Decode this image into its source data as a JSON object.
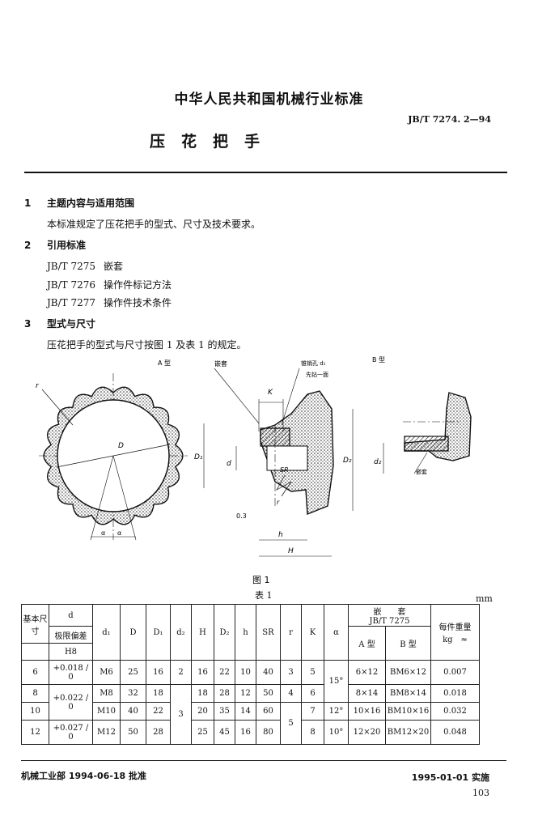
{
  "header": {
    "org_title": "中华人民共和国机械行业标准",
    "doc_title": "压花把手",
    "std_number": "JB/T 7274. 2—94"
  },
  "sections": {
    "s1": {
      "num": "1",
      "heading": "主题内容与适用范围",
      "body": "本标准规定了压花把手的型式、尺寸及技术要求。"
    },
    "s2": {
      "num": "2",
      "heading": "引用标准",
      "refs": [
        {
          "code": "JB/T 7275",
          "name": "嵌套"
        },
        {
          "code": "JB/T 7276",
          "name": "操作件标记方法"
        },
        {
          "code": "JB/T 7277",
          "name": "操作件技术条件"
        }
      ]
    },
    "s3": {
      "num": "3",
      "heading": "型式与尺寸",
      "body": "压花把手的型式与尺寸按图 1 及表 1 的规定。"
    }
  },
  "figure": {
    "type_a": "A 型",
    "type_b": "B 型",
    "insert": "嵌套",
    "pin_hole": "锥销孔 d₁",
    "drill_note": "先钻一面",
    "caption": "图 1",
    "dims": {
      "r": "r",
      "D": "D",
      "alpha": "α",
      "K": "K",
      "D1": "D₁",
      "d": "d",
      "SR": "SR",
      "h": "h",
      "H": "H",
      "D2": "D₂",
      "d2": "d₂",
      "gap": "0.3"
    }
  },
  "table": {
    "caption": "表 1",
    "unit": "mm",
    "headers": {
      "base_size": "基本尺寸",
      "d": "d",
      "tolerance": "极限偏差",
      "h8": "H8",
      "d1": "d₁",
      "D": "D",
      "D1": "D₁",
      "d2": "d₂",
      "H": "H",
      "D2": "D₂",
      "h": "h",
      "SR": "SR",
      "r": "r",
      "K": "K",
      "alpha": "α",
      "insert": "嵌　　套",
      "insert_std": "JB/T 7275",
      "type_a": "A 型",
      "type_b": "B 型",
      "weight": "每件重量",
      "weight_unit": "kg　≈"
    },
    "rows": [
      {
        "size": "6",
        "tol": "+0.018 / 0",
        "d1": "M6",
        "D": "25",
        "D1": "16",
        "d2": "2",
        "H": "16",
        "D2": "22",
        "h": "10",
        "SR": "40",
        "r": "3",
        "K": "5",
        "alpha": "15°",
        "a": "6×12",
        "b": "BM6×12",
        "w": "0.007"
      },
      {
        "size": "8",
        "tol": "+0.022 / 0",
        "d1": "M8",
        "D": "32",
        "D1": "18",
        "d2": "3",
        "H": "18",
        "D2": "28",
        "h": "12",
        "SR": "50",
        "r": "4",
        "K": "6",
        "alpha": "",
        "a": "8×14",
        "b": "BM8×14",
        "w": "0.018"
      },
      {
        "size": "10",
        "tol": "",
        "d1": "M10",
        "D": "40",
        "D1": "22",
        "d2": "",
        "H": "20",
        "D2": "35",
        "h": "14",
        "SR": "60",
        "r": "5",
        "K": "7",
        "alpha": "12°",
        "a": "10×16",
        "b": "BM10×16",
        "w": "0.032"
      },
      {
        "size": "12",
        "tol": "+0.027 / 0",
        "d1": "M12",
        "D": "50",
        "D1": "28",
        "d2": "",
        "H": "25",
        "D2": "45",
        "h": "16",
        "SR": "80",
        "r": "",
        "K": "8",
        "alpha": "10°",
        "a": "12×20",
        "b": "BM12×20",
        "w": "0.048"
      }
    ]
  },
  "footer": {
    "approval": "机械工业部 1994-06-18 批准",
    "effective": "1995-01-01 实施",
    "page": "103"
  }
}
